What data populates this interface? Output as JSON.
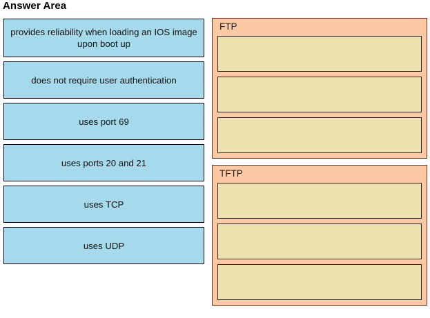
{
  "page": {
    "title": "Answer Area"
  },
  "colors": {
    "source_tile_fill": "#a4daec",
    "source_tile_border": "#000000",
    "group_fill": "#fbc9a4",
    "group_border": "#7a2f18",
    "slot_fill": "#ece2ad",
    "slot_border": "#2b2118",
    "background": "#ffffff",
    "text": "#111111"
  },
  "source_items": [
    {
      "id": "item-reliability",
      "label": "provides reliability when loading an IOS image upon boot up",
      "lines": 2
    },
    {
      "id": "item-no-auth",
      "label": "does not require user authentication",
      "lines": 1
    },
    {
      "id": "item-port-69",
      "label": "uses port 69",
      "lines": 1
    },
    {
      "id": "item-ports-20-21",
      "label": "uses ports 20 and 21",
      "lines": 1
    },
    {
      "id": "item-tcp",
      "label": "uses TCP",
      "lines": 1
    },
    {
      "id": "item-udp",
      "label": "uses UDP",
      "lines": 1
    }
  ],
  "target_groups": [
    {
      "id": "group-ftp",
      "label": "FTP",
      "slots": [
        {
          "id": "ftp-slot-1",
          "value": ""
        },
        {
          "id": "ftp-slot-2",
          "value": ""
        },
        {
          "id": "ftp-slot-3",
          "value": ""
        }
      ]
    },
    {
      "id": "group-tftp",
      "label": "TFTP",
      "slots": [
        {
          "id": "tftp-slot-1",
          "value": ""
        },
        {
          "id": "tftp-slot-2",
          "value": ""
        },
        {
          "id": "tftp-slot-3",
          "value": ""
        }
      ]
    }
  ]
}
